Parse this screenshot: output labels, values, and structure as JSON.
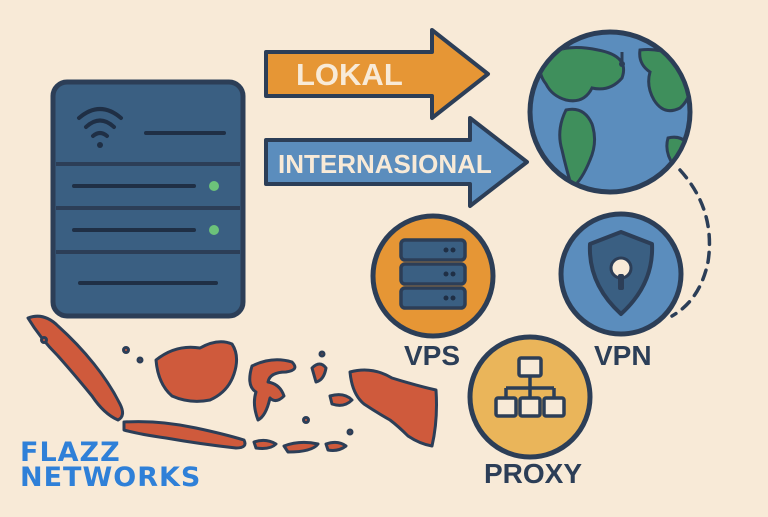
{
  "arrows": {
    "local_label": "LOKAL",
    "international_label": "INTERNASIONAL"
  },
  "services": {
    "vps_label": "VPS",
    "vpn_label": "VPN",
    "proxy_label": "PROXY"
  },
  "brand": {
    "line1": "FLAZZ",
    "line2": "NETWORKS"
  },
  "colors": {
    "background": "#f8ead7",
    "outline": "#2c3e57",
    "server_body": "#3a5f82",
    "local_arrow": "#e69635",
    "international_arrow": "#5b8dbd",
    "ocean": "#5b8dbd",
    "land": "#3f8f5c",
    "indonesia": "#cf5a3c",
    "vps_circle": "#e69635",
    "vpn_circle": "#5b8dbd",
    "proxy_circle": "#eab55a",
    "brand": "#2f80d8",
    "status_led": "#6cc27a"
  },
  "icons": {
    "server": "server-rack-icon",
    "wifi": "wifi-icon",
    "globe": "globe-icon",
    "vps": "server-stack-icon",
    "vpn": "shield-keyhole-icon",
    "proxy": "network-hierarchy-icon",
    "map": "indonesia-map-icon"
  }
}
